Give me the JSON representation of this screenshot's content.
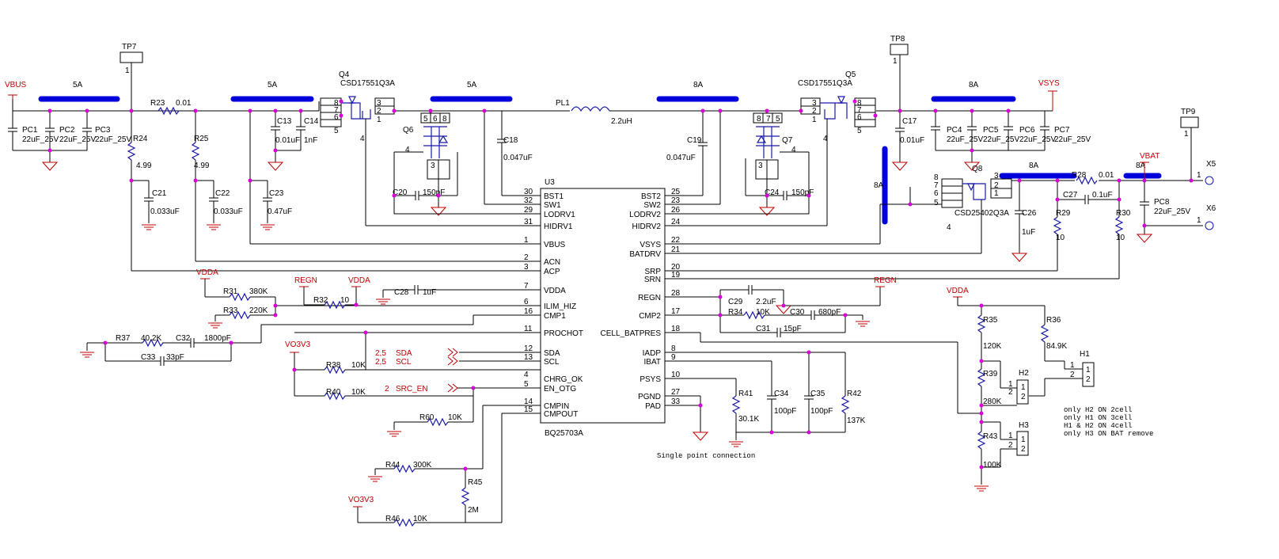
{
  "nets": {
    "vbus": "VBUS",
    "vsys": "VSYS",
    "vbat": "VBAT",
    "vdda_1": "VDDA",
    "vdda_2": "VDDA",
    "vdda_3": "VDDA",
    "regn_1": "REGN",
    "regn_2": "REGN",
    "vo3v3_1": "VO3V3",
    "vo3v3_2": "VO3V3"
  },
  "currents": {
    "b1": "5A",
    "b2": "5A",
    "b3": "5A",
    "b4": "8A",
    "b5": "8A",
    "b6": "8A",
    "b7": "8A",
    "b8": "8A"
  },
  "testpoints": {
    "tp7": "TP7",
    "tp8": "TP8",
    "tp9": "TP9",
    "pin": "1"
  },
  "components": {
    "pc1": "PC1",
    "pc2": "PC2",
    "pc3": "PC3",
    "pc1_v": "22uF_25V",
    "pc2_v": "22uF_25V",
    "pc3_v": "22uF_25V",
    "r23": "R23",
    "r23_v": "0.01",
    "r24": "R24",
    "r24_v": "4.99",
    "r25": "R25",
    "r25_v": "4.99",
    "c21": "C21",
    "c21_v": "0.033uF",
    "c22": "C22",
    "c22_v": "0.033uF",
    "c23": "C23",
    "c23_v": "0.47uF",
    "c13": "C13",
    "c13_v": "0.01uF",
    "c14": "C14",
    "c14_v": "1nF",
    "q4": "Q4",
    "q4_v": "CSD17551Q3A",
    "q5": "Q5",
    "q5_v": "CSD17551Q3A",
    "q6": "Q6",
    "q7": "Q7",
    "q8": "Q8",
    "q8_v": "CSD25402Q3A",
    "c18": "C18",
    "c18_v": "0.047uF",
    "c19": "C19",
    "c19_v": "0.047uF",
    "c20": "C20",
    "c20_v": "150pF",
    "c24": "C24",
    "c24_v": "150pF",
    "pl1": "PL1",
    "pl1_v": "2.2uH",
    "c17": "C17",
    "c17_v": "0.01uF",
    "pc4": "PC4",
    "pc5": "PC5",
    "pc6": "PC6",
    "pc7": "PC7",
    "pc4_v": "22uF_25V",
    "pc5_v": "22uF_25V",
    "pc6_v": "22uF_25V",
    "pc7_v": "22uF_25V",
    "r28": "R28",
    "r28_v": "0.01",
    "c27": "C27",
    "c27_v": "0.1uF",
    "c26": "C26",
    "c26_v": "1uF",
    "r29": "R29",
    "r29_v": "10",
    "r30": "R30",
    "r30_v": "10",
    "pc8": "PC8",
    "pc8_v": "22uF_25V",
    "x5": "X5",
    "x6": "X6",
    "r31": "R31",
    "r31_v": "380K",
    "r33": "R33",
    "r33_v": "220K",
    "r32": "R32",
    "r32_v": "10",
    "c28": "C28",
    "c28_v": "1uF",
    "r37": "R37",
    "r37_v": "40.2K",
    "c32": "C32",
    "c32_v": "1800pF",
    "c33": "C33",
    "c33_v": "33pF",
    "r38": "R38",
    "r38_v": "10K",
    "r40": "R40",
    "r40_v": "10K",
    "r60": "R60",
    "r60_v": "10K",
    "r44": "R44",
    "r44_v": "300K",
    "r45": "R45",
    "r45_v": "2M",
    "r46": "R46",
    "r46_v": "10K",
    "c29": "C29",
    "c29_v": "2.2uF",
    "r34": "R34",
    "r34_v": "10K",
    "c30": "C30",
    "c30_v": "680pF",
    "c31": "C31",
    "c31_v": "15pF",
    "r41": "R41",
    "r41_v": "30.1K",
    "c34": "C34",
    "c34_v": "100pF",
    "c35": "C35",
    "c35_v": "100pF",
    "r42": "R42",
    "r42_v": "137K",
    "r35": "R35",
    "r35_v": "120K",
    "r36": "R36",
    "r36_v": "84.9K",
    "r39": "R39",
    "r39_v": "280K",
    "r43": "R43",
    "r43_v": "100K",
    "h1": "H1",
    "h2": "H2",
    "h3": "H3"
  },
  "signals": {
    "sda_ref": "2,5",
    "sda": "SDA",
    "scl_ref": "2,5",
    "scl": "SCL",
    "src_ref": "2",
    "src": "SRC_EN"
  },
  "ic": {
    "ref": "U3",
    "part": "BQ25703A",
    "left_pins": [
      {
        "num": "30",
        "name": "BST1"
      },
      {
        "num": "32",
        "name": "SW1"
      },
      {
        "num": "29",
        "name": "LODRV1"
      },
      {
        "num": "31",
        "name": "HIDRV1"
      },
      {
        "num": "1",
        "name": "VBUS"
      },
      {
        "num": "2",
        "name": "ACN"
      },
      {
        "num": "3",
        "name": "ACP"
      },
      {
        "num": "7",
        "name": "VDDA"
      },
      {
        "num": "6",
        "name": "ILIM_HIZ"
      },
      {
        "num": "16",
        "name": "CMP1"
      },
      {
        "num": "11",
        "name": "PROCHOT"
      },
      {
        "num": "12",
        "name": "SDA"
      },
      {
        "num": "13",
        "name": "SCL"
      },
      {
        "num": "4",
        "name": "CHRG_OK"
      },
      {
        "num": "5",
        "name": "EN_OTG"
      },
      {
        "num": "14",
        "name": "CMPIN"
      },
      {
        "num": "15",
        "name": "CMPOUT"
      }
    ],
    "right_pins": [
      {
        "num": "25",
        "name": "BST2"
      },
      {
        "num": "23",
        "name": "SW2"
      },
      {
        "num": "26",
        "name": "LODRV2"
      },
      {
        "num": "24",
        "name": "HIDRV2"
      },
      {
        "num": "22",
        "name": "VSYS"
      },
      {
        "num": "21",
        "name": "BATDRV"
      },
      {
        "num": "20",
        "name": "SRP"
      },
      {
        "num": "19",
        "name": "SRN"
      },
      {
        "num": "28",
        "name": "REGN"
      },
      {
        "num": "17",
        "name": "CMP2"
      },
      {
        "num": "18",
        "name": "CELL_BATPRES"
      },
      {
        "num": "8",
        "name": "IADP"
      },
      {
        "num": "9",
        "name": "IBAT"
      },
      {
        "num": "10",
        "name": "PSYS"
      },
      {
        "num": "27",
        "name": "PGND"
      },
      {
        "num": "33",
        "name": "PAD"
      }
    ]
  },
  "notes": {
    "single_point": "Single point connection",
    "n1": "only H2 ON 2cell",
    "n2": "only H1 ON 3cell",
    "n3": "H1 & H2 ON 4cell",
    "n4": "only H3 ON BAT remove"
  }
}
